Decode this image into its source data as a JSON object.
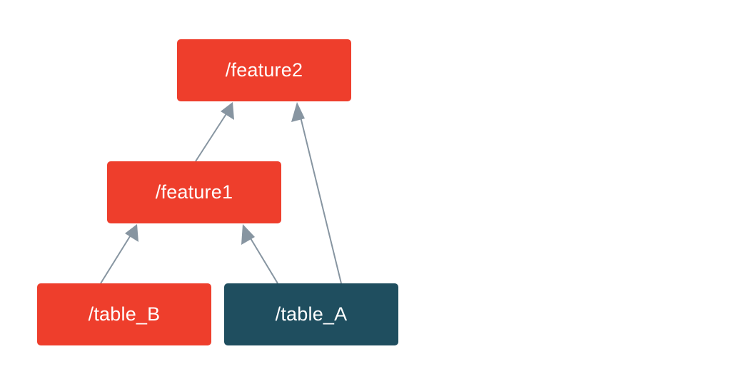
{
  "colors": {
    "derived_node": "#ee3e2c",
    "source_node": "#1f4e5f",
    "edge": "#8795a1",
    "text": "#ffffff"
  },
  "nodes": {
    "feature2": {
      "label": "/feature2"
    },
    "feature1": {
      "label": "/feature1"
    },
    "table_b": {
      "label": "/table_B"
    },
    "table_a": {
      "label": "/table_A"
    }
  },
  "edges": [
    {
      "from": "feature1",
      "to": "feature2"
    },
    {
      "from": "table_a",
      "to": "feature2"
    },
    {
      "from": "table_b",
      "to": "feature1"
    },
    {
      "from": "table_a",
      "to": "feature1"
    }
  ]
}
